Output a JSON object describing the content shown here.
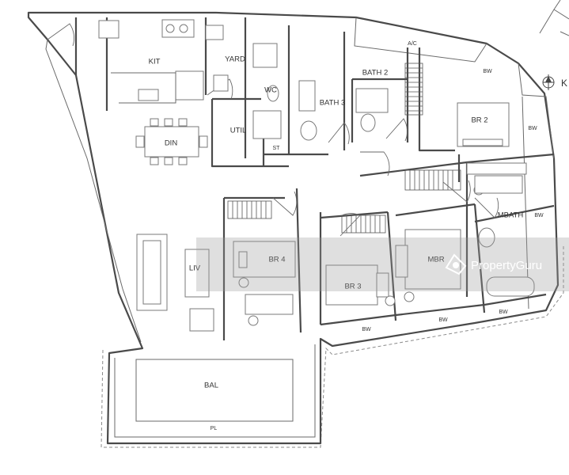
{
  "plan": {
    "rooms": {
      "kit": "KIT",
      "yard": "YARD",
      "din": "DIN",
      "wc": "WC",
      "util": "UTIL",
      "bath3": "BATH 3",
      "bath2": "BATH 2",
      "st": "ST",
      "ac": "A/C",
      "br2": "BR 2",
      "mbath": "MBATH",
      "liv": "LIV",
      "br4": "BR 4",
      "br3": "BR 3",
      "mbr": "MBR",
      "bal": "BAL",
      "pl": "PL"
    },
    "bw_labels": [
      "BW",
      "BW",
      "BW",
      "BW",
      "BW",
      "BW"
    ],
    "north_letter": "K"
  },
  "watermark": {
    "text": "PropertyGuru"
  }
}
